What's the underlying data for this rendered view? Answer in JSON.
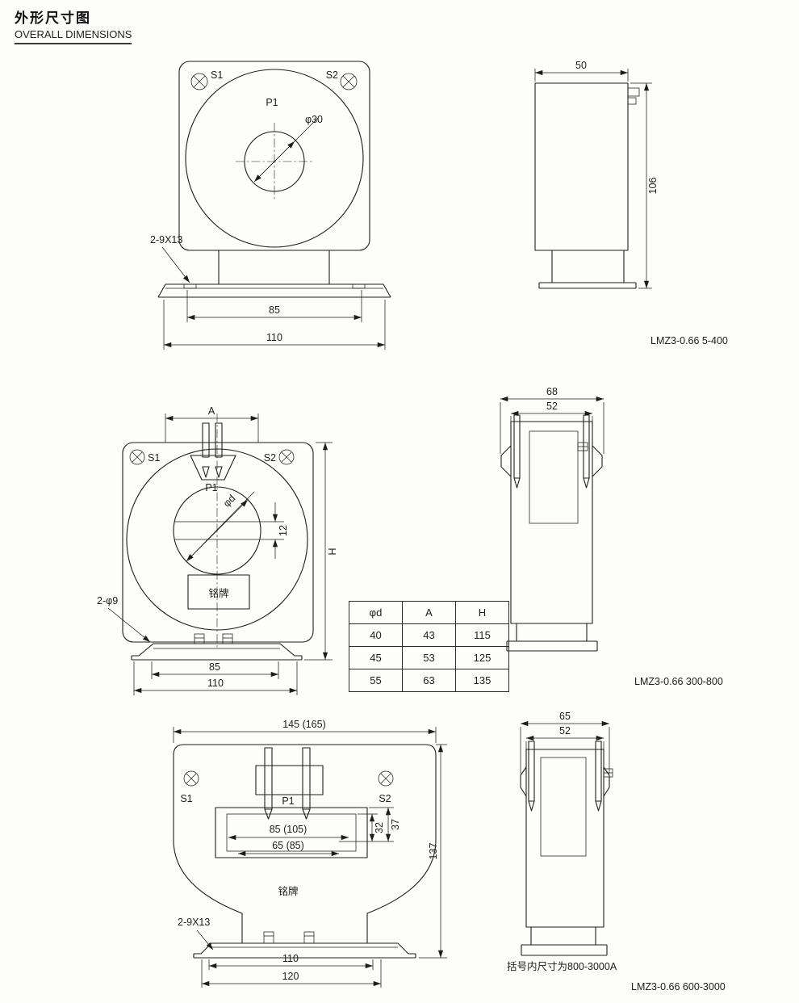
{
  "header": {
    "title_cn": "外形尺寸图",
    "title_en": "OVERALL DIMENSIONS"
  },
  "d1": {
    "label": "LMZ3-0.66 5-400",
    "s1": "S1",
    "s2": "S2",
    "p1": "P1",
    "hole": "φ30",
    "slot": "2-9X13",
    "dim85": "85",
    "dim110": "110",
    "side_w": "50",
    "side_h": "106"
  },
  "d2": {
    "label": "LMZ3-0.66 300-800",
    "dimA": "A",
    "s1": "S1",
    "s2": "S2",
    "p1": "P1",
    "hole": "φd",
    "dim12": "12",
    "dimH": "H",
    "nameplate": "铭牌",
    "holes": "2-φ9",
    "dim85": "85",
    "dim110": "110",
    "side_w1": "68",
    "side_w2": "52",
    "table": {
      "headers": [
        "φd",
        "A",
        "H"
      ],
      "rows": [
        [
          "40",
          "43",
          "115"
        ],
        [
          "45",
          "53",
          "125"
        ],
        [
          "55",
          "63",
          "135"
        ]
      ]
    }
  },
  "d3": {
    "label": "LMZ3-0.66 600-3000",
    "dim_top": "145 (165)",
    "s1": "S1",
    "s2": "S2",
    "p1": "P1",
    "dim_w1": "85 (105)",
    "dim_w2": "65 (85)",
    "dim32": "32",
    "dim37": "37",
    "dim137": "137",
    "nameplate": "铭牌",
    "slot": "2-9X13",
    "dim110": "110",
    "dim120": "120",
    "side_w1": "65",
    "side_w2": "52",
    "note": "括号内尺寸为800-3000A"
  }
}
